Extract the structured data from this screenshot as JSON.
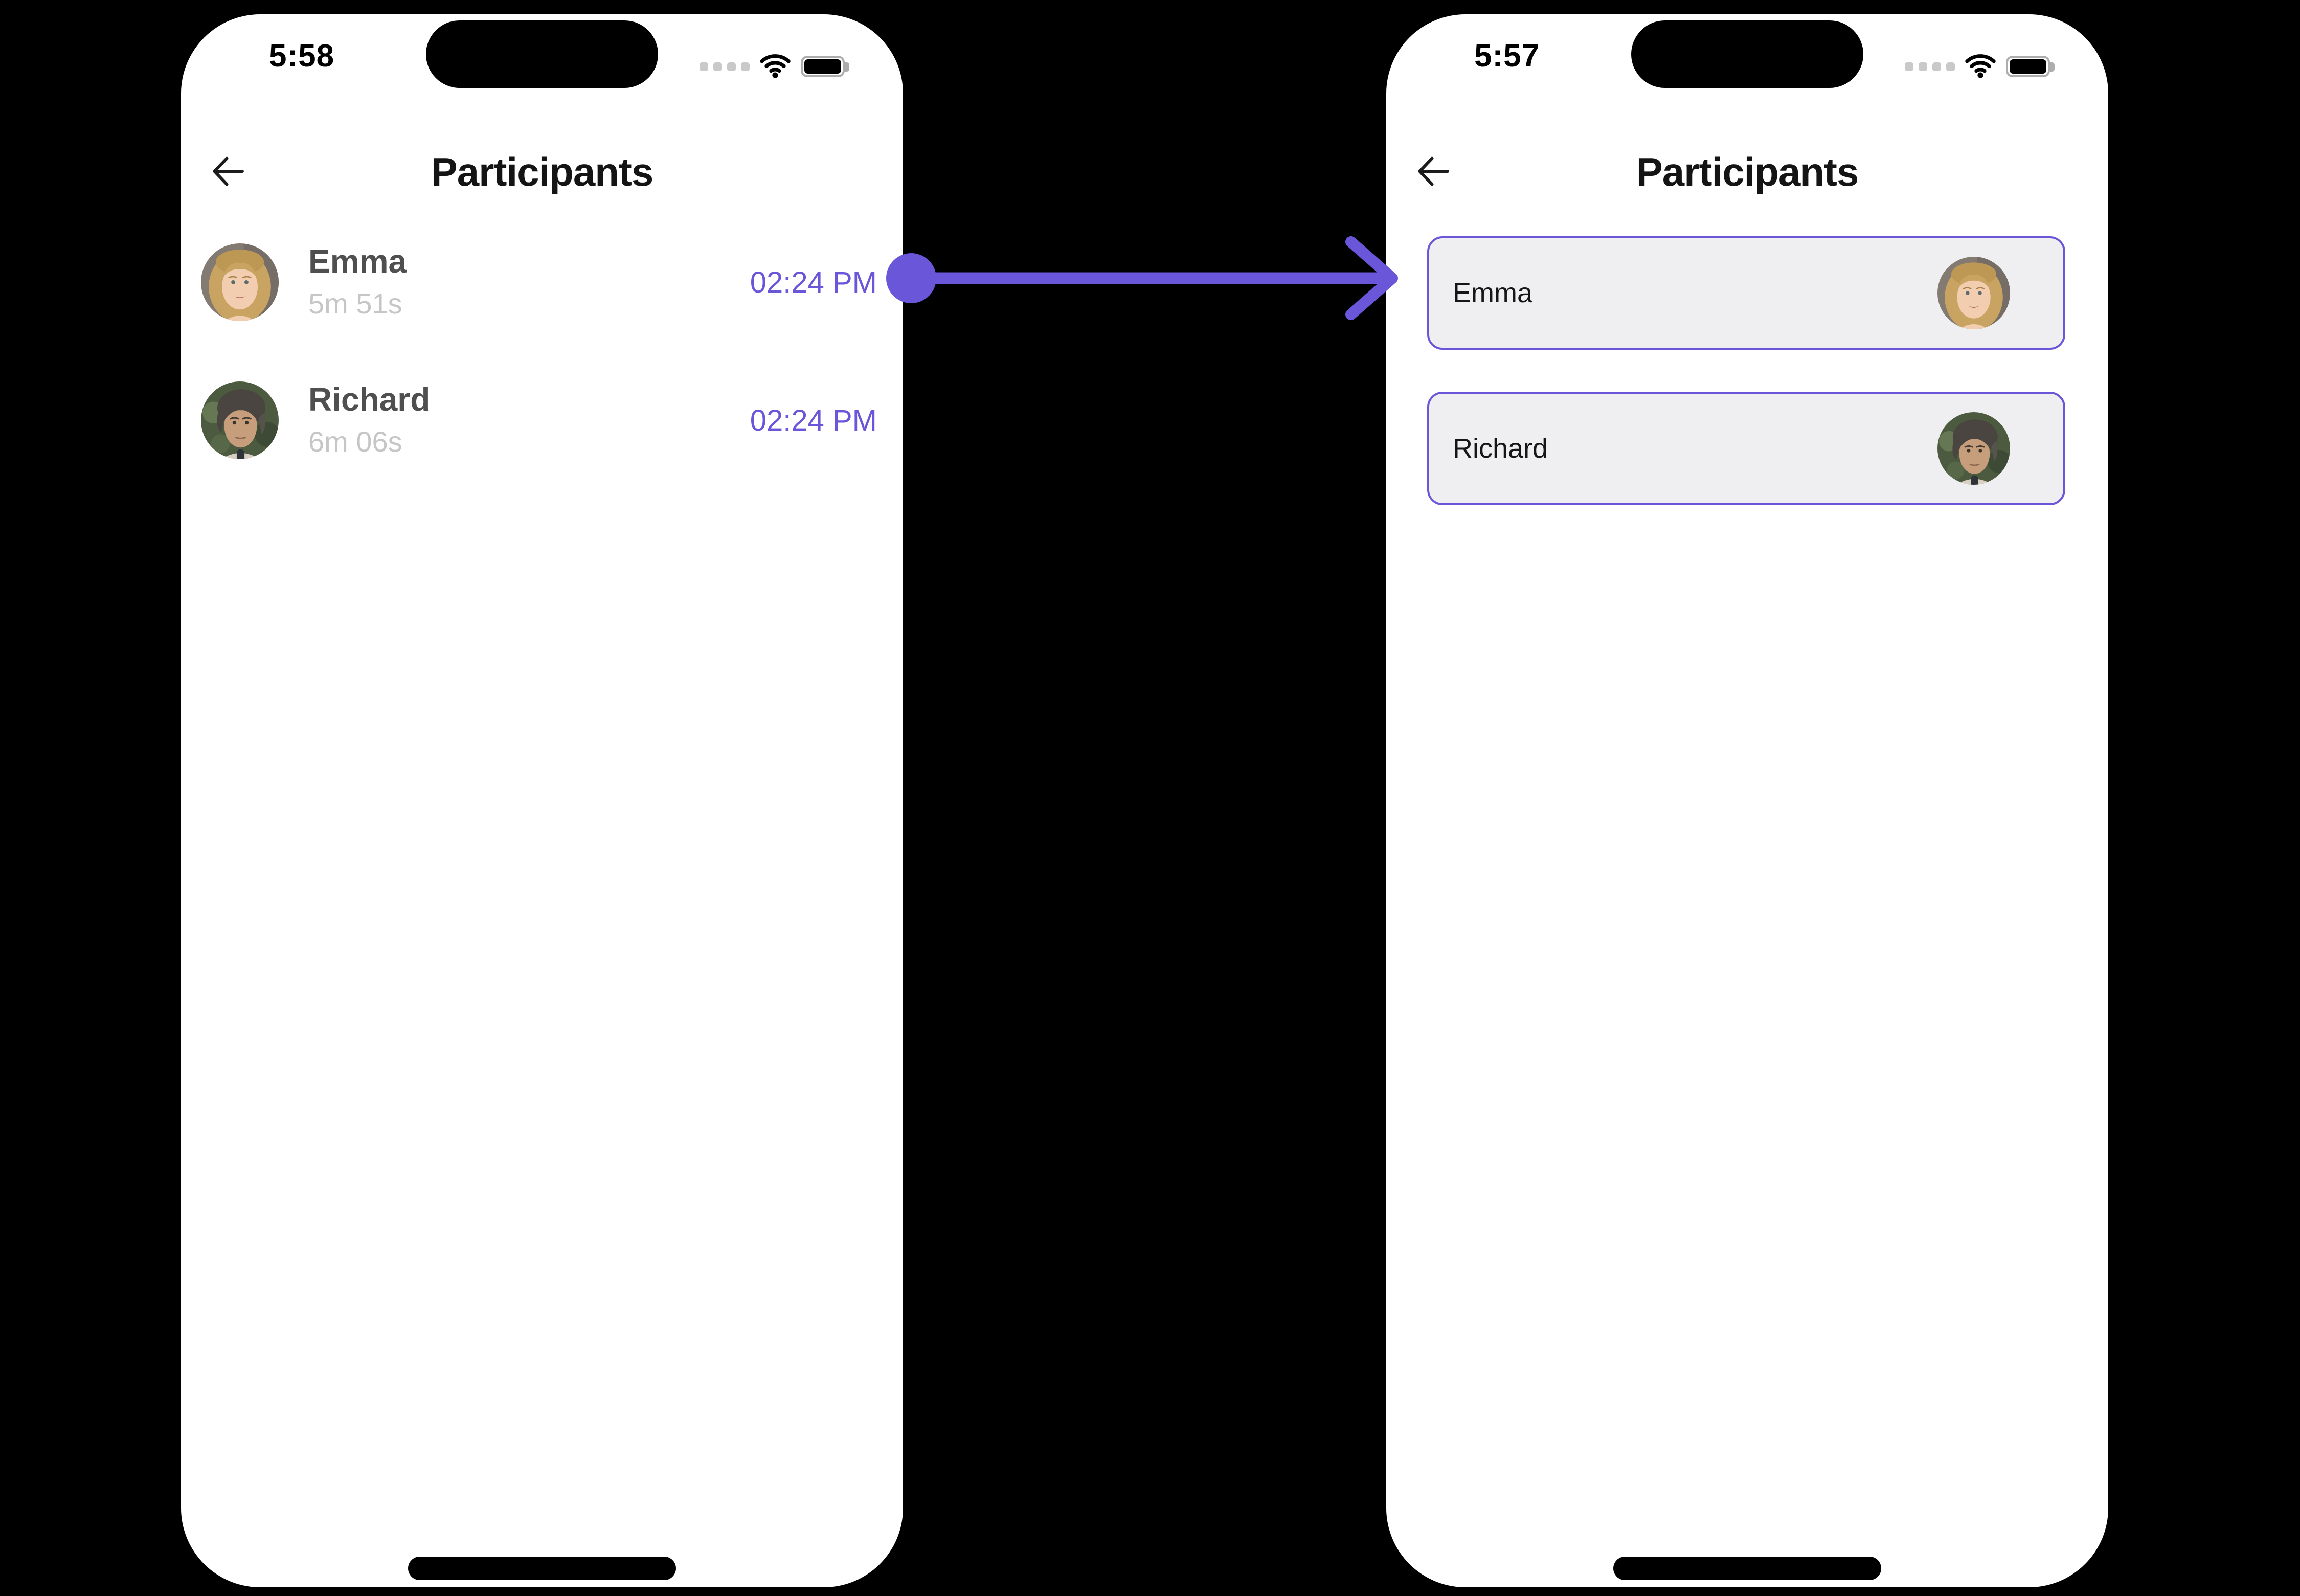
{
  "colors": {
    "accent": "#6A56D9",
    "card_background": "#EFEEF1",
    "participant_name_gray": "#4F4F4F",
    "duration_gray": "#C6C6C6",
    "phone_background": "#FFFFFF",
    "canvas_background": "#000000"
  },
  "icons": {
    "back_arrow": "back-arrow-icon (left chevron with tail)",
    "wifi": "wifi-icon (three arcs + dot)",
    "battery": "battery-icon (full, black fill)",
    "cellular": "cellular-dots-icon (four gray dots)",
    "transition": "arrow-right-icon (dot, shaft, chevron)"
  },
  "left_phone": {
    "status": {
      "time": "5:58"
    },
    "header": {
      "title": "Participants"
    },
    "participants": [
      {
        "name": "Emma",
        "duration": "5m 51s",
        "time": "02:24 PM"
      },
      {
        "name": "Richard",
        "duration": "6m 06s",
        "time": "02:24 PM"
      }
    ]
  },
  "right_phone": {
    "status": {
      "time": "5:57"
    },
    "header": {
      "title": "Participants"
    },
    "participants": [
      {
        "name": "Emma"
      },
      {
        "name": "Richard"
      }
    ]
  }
}
